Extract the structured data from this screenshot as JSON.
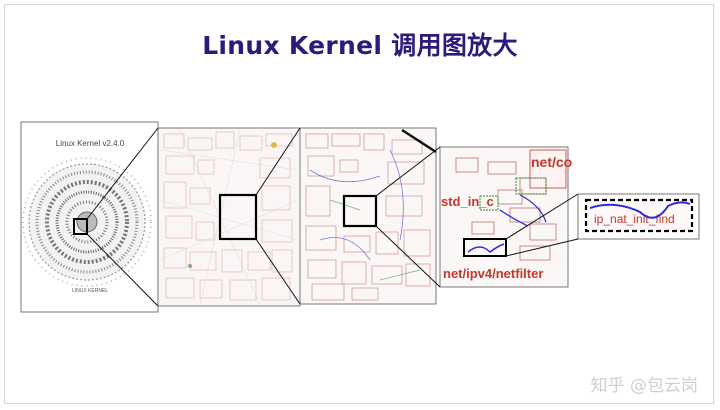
{
  "title": "Linux Kernel 调用图放大",
  "panels": [
    {
      "label": "Linux Kernel v2.4.0",
      "footer": "LINUX KERNEL"
    },
    {
      "label": ""
    },
    {
      "label": ""
    },
    {
      "labels": [
        "net/co",
        "std_in_c",
        "net/ipv4/netfilter"
      ]
    },
    {
      "labels": [
        "ip_nat_init_find"
      ]
    }
  ],
  "watermark": "知乎 @包云岗",
  "colors": {
    "title": "#2e1a7a",
    "label_red": "#c0392b",
    "blue": "#2b2bd9"
  }
}
